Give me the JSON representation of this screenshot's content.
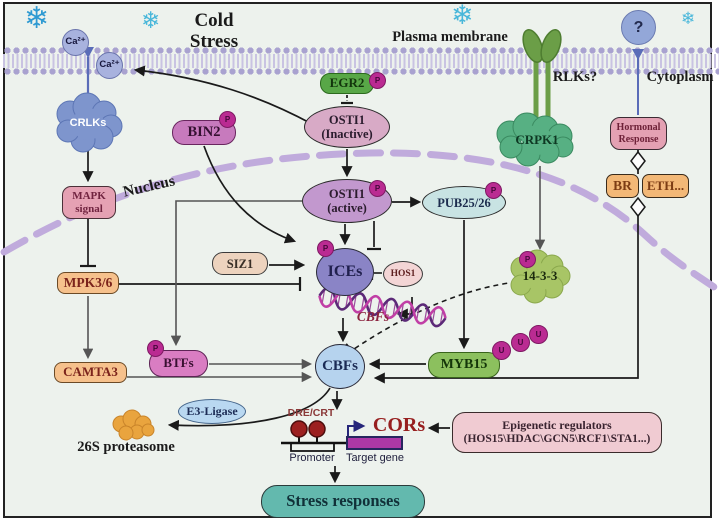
{
  "labels": {
    "cold_stress": "Cold Stress",
    "plasma_membrane": "Plasma membrane",
    "cytoplasm": "Cytoplasm",
    "nucleus": "Nucleus",
    "rlks": "RLKs?",
    "question_mark": "?",
    "ca_out": "Ca²⁺",
    "ca_in": "Ca²⁺",
    "proteasome": "26S proteasome",
    "cbfs_gene": "CBFs",
    "dre_crt": "DRE/CRT",
    "promoter": "Promoter",
    "target_gene": "Target gene",
    "cors": "CORs",
    "snowflake": "❄"
  },
  "nodes": {
    "crlks": "CRLKs",
    "mapk": {
      "line1": "MAPK",
      "line2": "signal"
    },
    "mpk36": "MPK3/6",
    "camta3": "CAMTA3",
    "bin2": "BIN2",
    "egr2": "EGR2",
    "osti1_inactive": {
      "line1": "OSTI1",
      "line2": "(Inactive)"
    },
    "osti1_active": {
      "line1": "OSTI1",
      "line2": "(active)"
    },
    "pub25_26": "PUB25/26",
    "siz1": "SIZ1",
    "ices": "ICEs",
    "hos1": "HOS1",
    "cbfs": "CBFs",
    "btfs": "BTFs",
    "e3_ligase": "E3-Ligase",
    "crpk1": "CRPK1",
    "fourteen_3_3": "14-3-3",
    "myb15": "MYB15",
    "hormonal": {
      "line1": "Hormonal",
      "line2": "Response"
    },
    "br": "BR",
    "eth": "ETH...",
    "epigenetic": {
      "line1": "Epigenetic regulators",
      "line2": "(HOS15\\HDAC\\GCN5\\RCF1\\STA1...)"
    },
    "stress_responses": "Stress responses",
    "phospho": "P",
    "ubiquitin": "U"
  },
  "colors": {
    "background": "#edf2ed",
    "membrane": "#a9a2d0",
    "nuclear_envelope": "#c0abdc",
    "snowflake": "#49b7da",
    "phospho_badge": "#ba2b92",
    "green_node": "#58a747",
    "orange_node": "#f6c18c",
    "pink_node": "#e5a1b3",
    "teal_node": "#63b9ae",
    "cbfs_blue": "#b6d3ee",
    "ices_purple": "#8a84c6",
    "dark_red_text": "#971f1f"
  }
}
